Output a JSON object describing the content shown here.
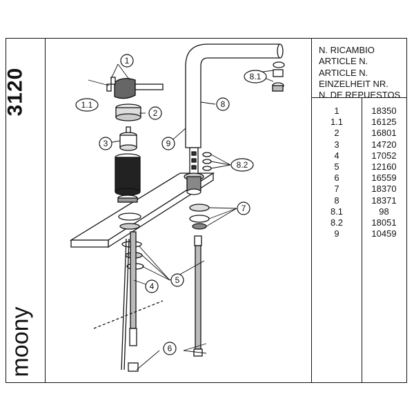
{
  "product": {
    "code": "3120",
    "name": "moony"
  },
  "table": {
    "headers": [
      "N. RICAMBIO",
      "ARTICLE N.",
      "ARTICLE N.",
      "EINZELHEIT NR.",
      "N. DE REPUESTOS"
    ],
    "rows": [
      {
        "n": "1",
        "article": "18350"
      },
      {
        "n": "1.1",
        "article": "16125"
      },
      {
        "n": "2",
        "article": "16801"
      },
      {
        "n": "3",
        "article": "14720"
      },
      {
        "n": "4",
        "article": "17052"
      },
      {
        "n": "5",
        "article": "12160"
      },
      {
        "n": "6",
        "article": "16559"
      },
      {
        "n": "7",
        "article": "18370"
      },
      {
        "n": "8",
        "article": "18371"
      },
      {
        "n": "8.1",
        "article": "98"
      },
      {
        "n": "8.2",
        "article": "18051"
      },
      {
        "n": "9",
        "article": "10459"
      }
    ]
  },
  "callouts": [
    "1",
    "1.1",
    "2",
    "3",
    "9",
    "8",
    "8.1",
    "8.2",
    "7",
    "4",
    "5",
    "6"
  ]
}
